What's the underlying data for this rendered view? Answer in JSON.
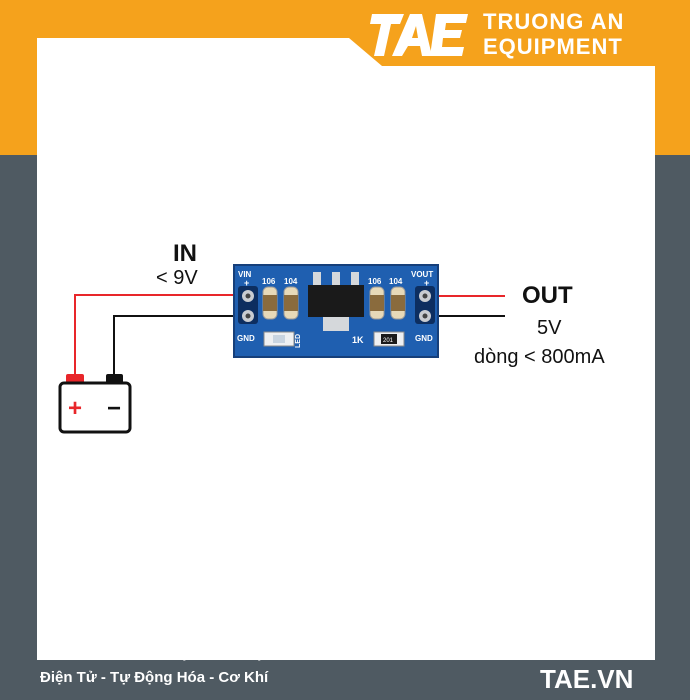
{
  "brand": {
    "line1": "TRUONG AN",
    "line2": "EQUIPMENT",
    "logo_text": "TAE"
  },
  "diagram": {
    "input": {
      "title": "IN",
      "voltage": "< 9V"
    },
    "output": {
      "title": "OUT",
      "voltage": "5V",
      "current": "dòng < 800mA"
    },
    "board": {
      "vin_label": "VIN",
      "vin_sign": "+",
      "vout_label": "VOUT",
      "vout_sign": "+",
      "cap_left_a": "106",
      "cap_left_b": "104",
      "cap_right_a": "106",
      "cap_right_b": "104",
      "gnd_left": "GND",
      "gnd_right": "GND",
      "led_label": "LED",
      "res_label": "1K",
      "res_code": "201"
    },
    "battery": {
      "plus": "+",
      "minus": "−"
    },
    "colors": {
      "positive_wire": "#e8262a",
      "negative_wire": "#111111",
      "pcb": "#1f5fb0",
      "accent": "#f5a21c"
    }
  },
  "footer": {
    "line1": "CUNG CẤP THIẾT BỊ - LINH KIỆN",
    "line2": "Điện Tử - Tự Động Hóa - Cơ Khí",
    "site": "TAE.VN"
  }
}
